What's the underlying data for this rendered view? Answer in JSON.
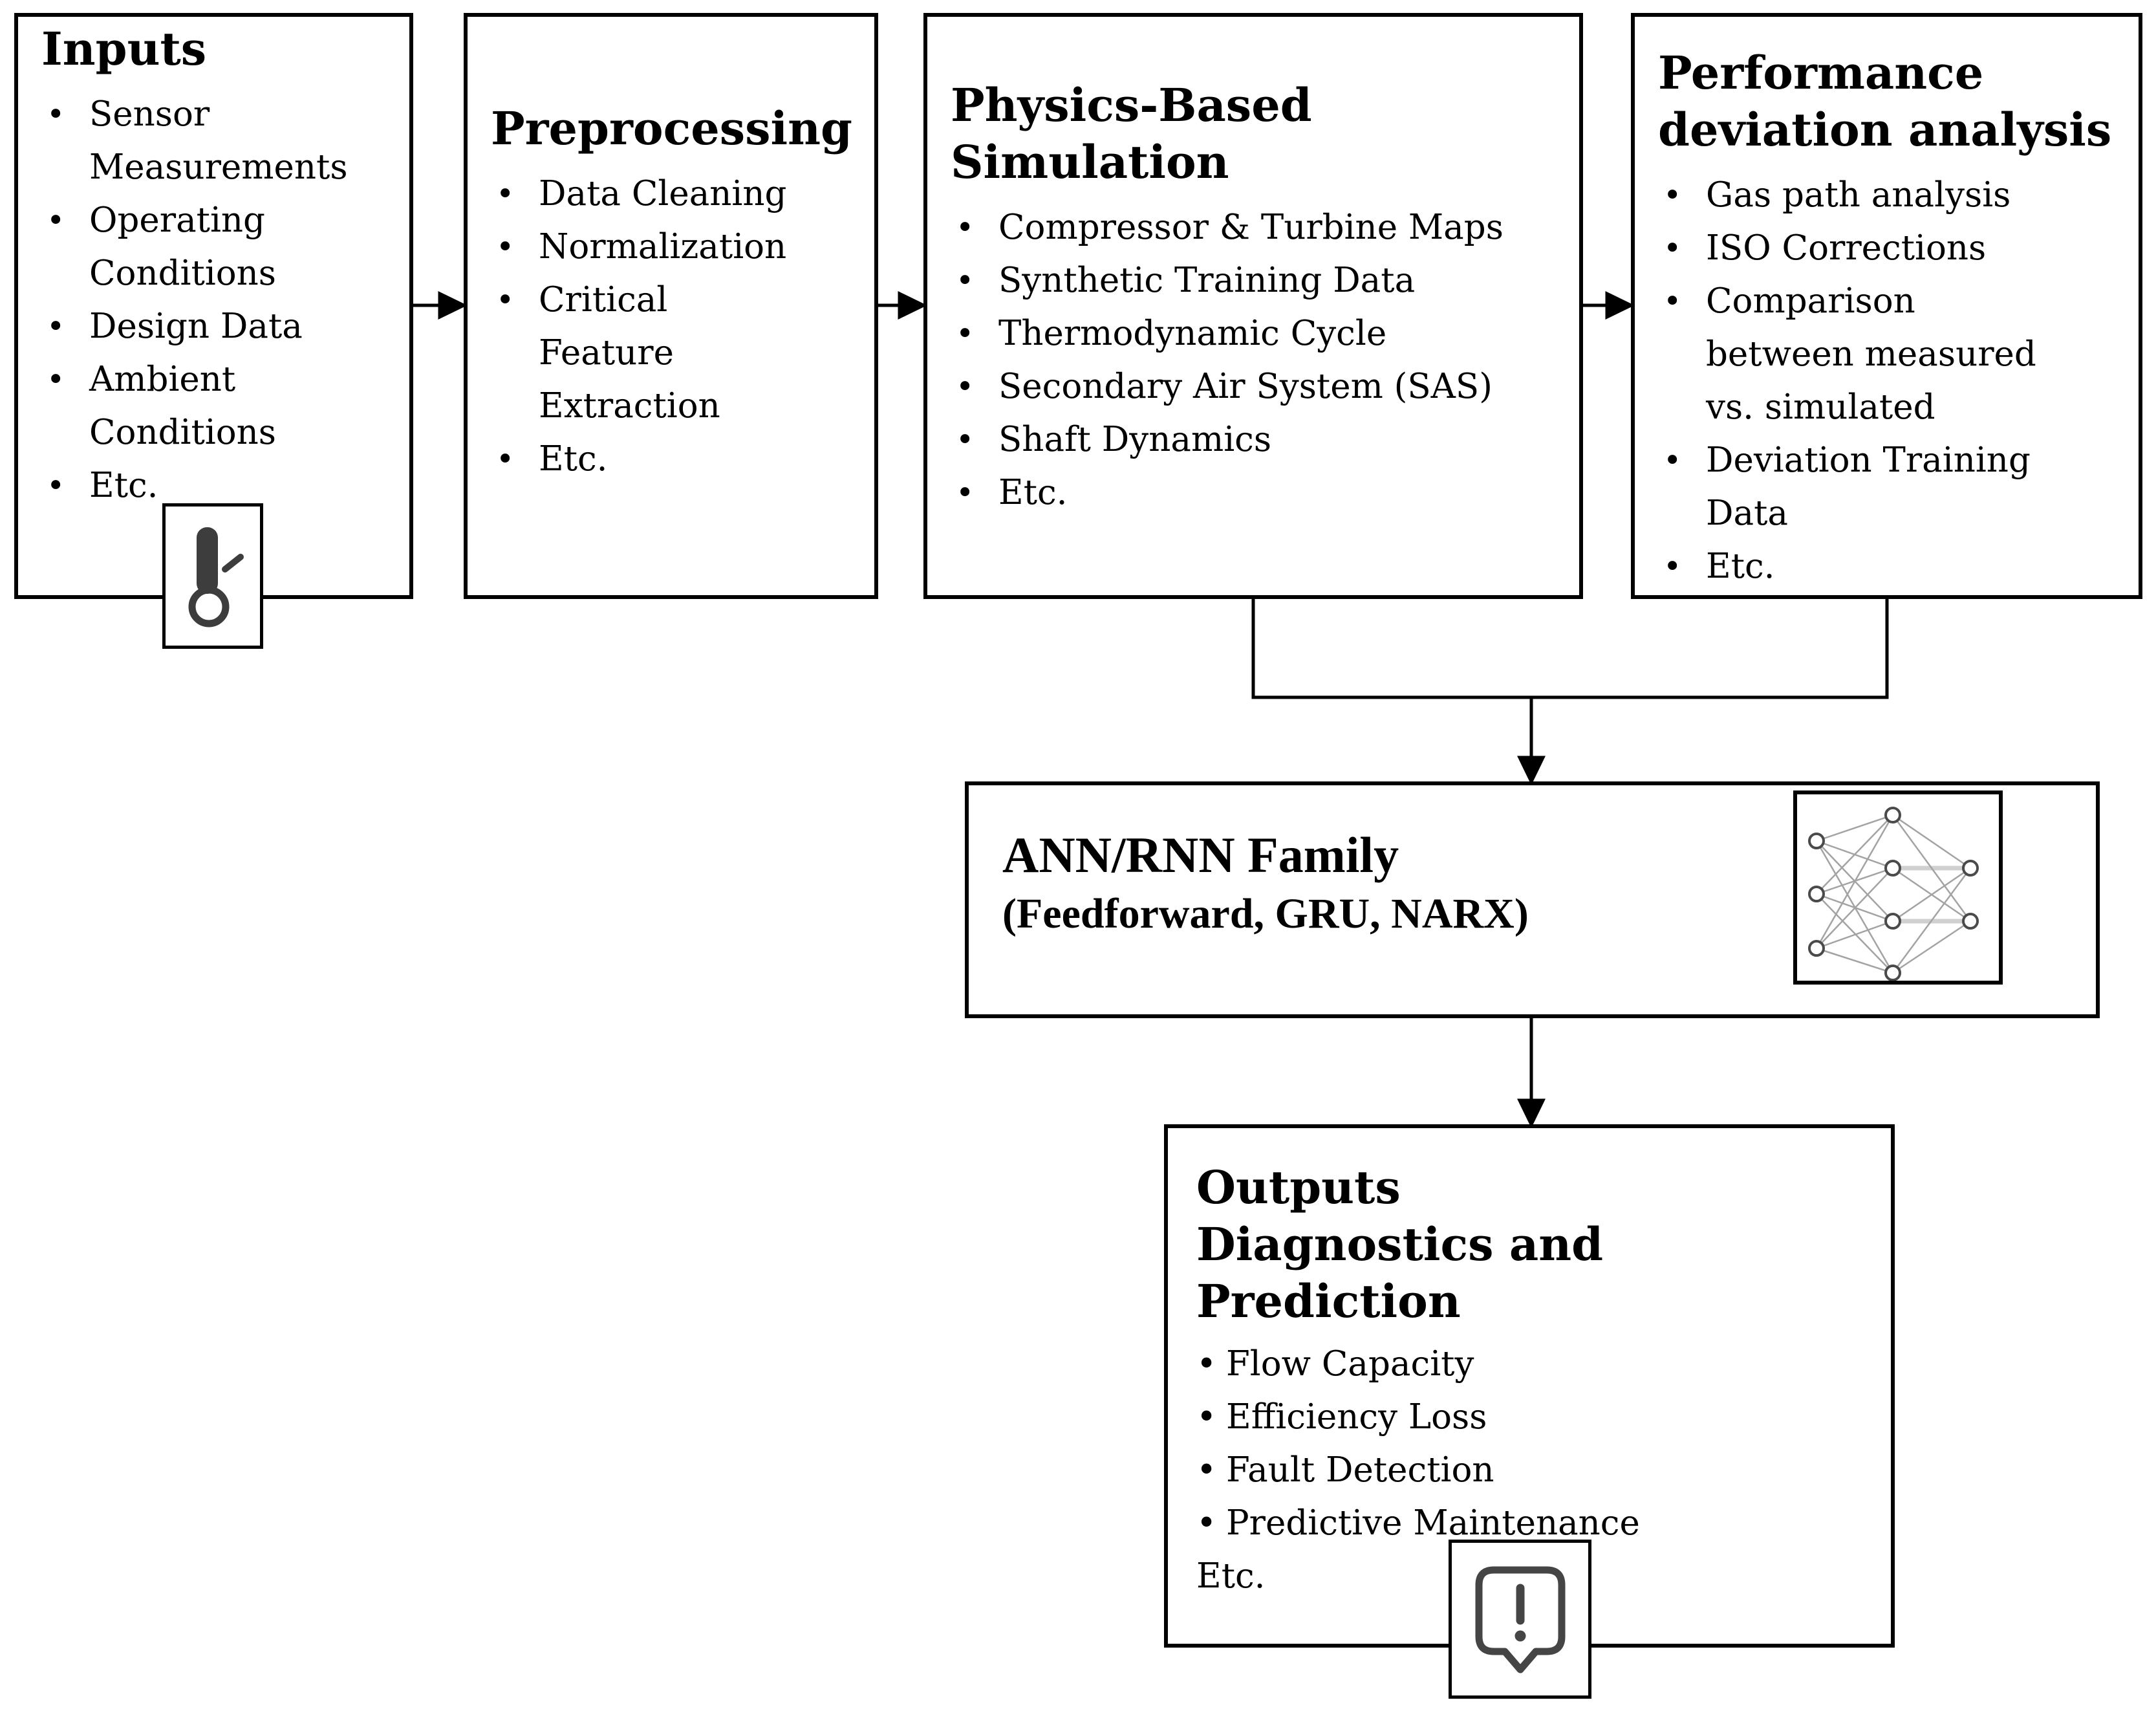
{
  "diagram": {
    "bullet_char": "•",
    "colors": {
      "line": "#000000",
      "icon_gray": "#3d3d3d",
      "nn_edge_thin": "#a3a3a3",
      "nn_edge_thick": "#d0d0d0",
      "nn_node_stroke": "#4a4a4a"
    },
    "boxes": {
      "inputs": {
        "title": "Inputs",
        "items": [
          "Sensor\nMeasurements",
          "Operating\nConditions",
          "Design Data",
          "Ambient\nConditions",
          "Etc."
        ]
      },
      "preprocessing": {
        "title": "Preprocessing",
        "items": [
          "Data Cleaning",
          "Normalization",
          "Critical\nFeature\nExtraction",
          "Etc."
        ]
      },
      "physics": {
        "title": "Physics-Based Simulation",
        "items": [
          "Compressor & Turbine Maps",
          "Synthetic Training Data",
          "Thermodynamic Cycle",
          "Secondary Air System (SAS)",
          "Shaft Dynamics",
          "Etc."
        ]
      },
      "performance": {
        "title": "Performance deviation analysis",
        "items": [
          "Gas path analysis",
          "ISO Corrections",
          "Comparison\nbetween measured\nvs. simulated",
          "Deviation Training\nData",
          "Etc."
        ]
      },
      "ann": {
        "title": "ANN/RNN Family",
        "subtitle": "(Feedforward, GRU, NARX)"
      },
      "outputs": {
        "title": "Outputs",
        "subtitle": "Diagnostics and Prediction",
        "items": [
          "Flow Capacity",
          "Efficiency Loss",
          "Fault Detection",
          "Predictive Maintenance"
        ],
        "footer": "Etc."
      }
    },
    "icons": {
      "thermometer": "thermometer-icon",
      "neural_network": "neural-network-icon",
      "alert": "alert-bubble-icon"
    }
  }
}
